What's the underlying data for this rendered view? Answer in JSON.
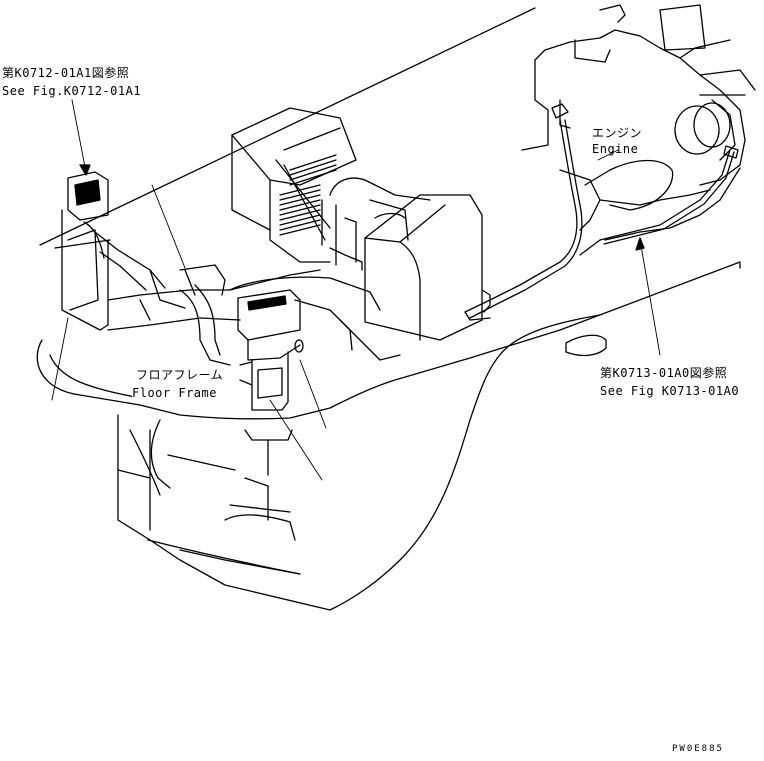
{
  "callouts": {
    "ref_k0712_jp": "第K0712-01A1図参照",
    "ref_k0712_en": "See Fig.K0712-01A1",
    "engine_jp": "エンジン",
    "engine_en": "Engine",
    "floor_frame_jp": "フロアフレーム",
    "floor_frame_en": "Floor Frame",
    "ref_k0713_jp": "第K0713-01A0図参照",
    "ref_k0713_en": "See Fig K0713-01A0"
  },
  "drawing_code": "PW0E885"
}
